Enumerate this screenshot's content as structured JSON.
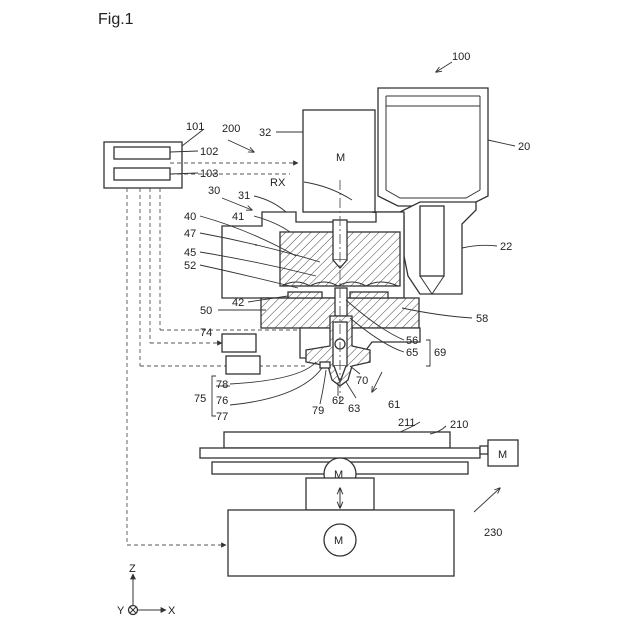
{
  "figure": {
    "title": "Fig.1",
    "motor": "M",
    "axis": {
      "rx": "RX",
      "z": "Z",
      "x": "X",
      "y": "Y"
    },
    "refs": {
      "r100": "100",
      "r101": "101",
      "r102": "102",
      "r103": "103",
      "r200": "200",
      "r20": "20",
      "r22": "22",
      "r30": "30",
      "r31": "31",
      "r32": "32",
      "r40": "40",
      "r41": "41",
      "r42": "42",
      "r45": "45",
      "r47": "47",
      "r50": "50",
      "r52": "52",
      "r56": "56",
      "r58": "58",
      "r61": "61",
      "r62": "62",
      "r63": "63",
      "r65": "65",
      "r69": "69",
      "r70": "70",
      "r74": "74",
      "r75": "75",
      "r76": "76",
      "r77": "77",
      "r78": "78",
      "r79": "79",
      "r210": "210",
      "r211": "211",
      "r230": "230"
    }
  }
}
